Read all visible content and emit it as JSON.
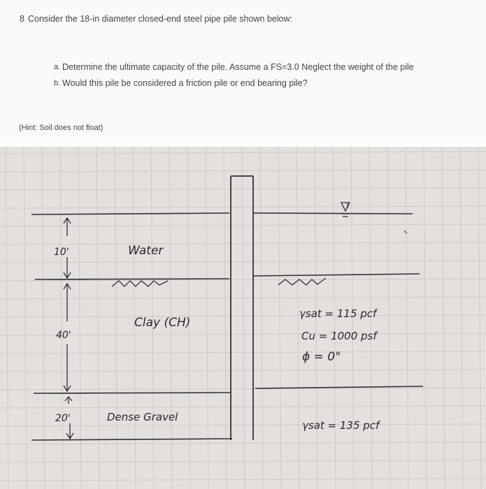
{
  "question": {
    "number": "8",
    "title": "Consider the 18-in diameter closed-end steel pipe pile shown below:",
    "part_a_letter": "a.",
    "part_a": "Determine the ultimate capacity of the pile. Assume a FS=3.0 Neglect the weight of the pile",
    "part_b_letter": "b.",
    "part_b": "Would this pile be considered a friction pile or end bearing pile?",
    "hint": "(Hint: Soil does not float)"
  },
  "sketch": {
    "water_depth": "10'",
    "water_label": "Water",
    "clay_depth": "40'",
    "clay_label": "Clay (CH)",
    "clay_gamma": "γsat = 115 pcf",
    "clay_cu": "Cu = 1000 psf",
    "clay_phi": "ϕ = 0°",
    "gravel_depth": "20'",
    "gravel_label": "Dense Gravel",
    "gravel_gamma": "γsat = 135 pcf"
  },
  "colors": {
    "text": "#444444",
    "pencil": "#2a2a2a",
    "paper": "#e3e0dd",
    "grid": "#c9c6c2"
  }
}
